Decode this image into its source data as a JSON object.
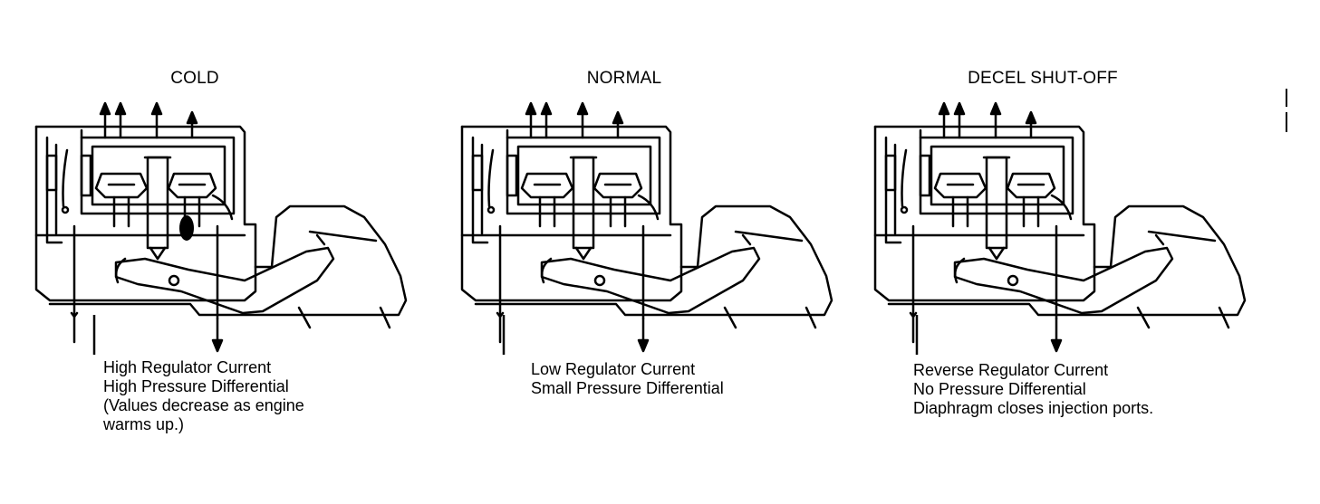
{
  "panels": [
    {
      "title": "COLD",
      "caption": [
        "High Regulator Current",
        "High Pressure Differential",
        "(Values decrease as engine",
        "warms up.)"
      ]
    },
    {
      "title": "NORMAL",
      "caption": [
        "Low Regulator Current",
        "Small Pressure Differential"
      ]
    },
    {
      "title": "DECEL SHUT-OFF",
      "caption": [
        "Reverse Regulator Current",
        "No Pressure Differential",
        "Diaphragm closes injection ports."
      ]
    }
  ]
}
